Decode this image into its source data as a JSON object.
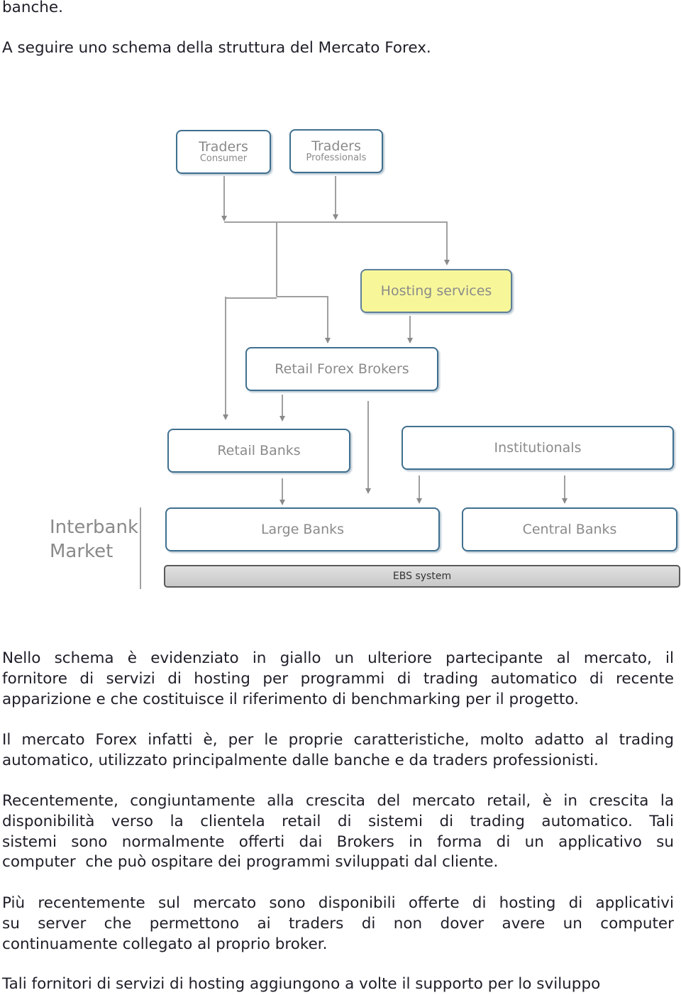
{
  "intro": {
    "line1": "banche.",
    "line2": "A seguire uno schema della struttura del Mercato Forex."
  },
  "diagram": {
    "traders_consumer": {
      "title": "Traders",
      "subtitle": "Consumer"
    },
    "traders_professionals": {
      "title": "Traders",
      "subtitle": "Professionals"
    },
    "hosting_services": "Hosting services",
    "retail_forex_brokers": "Retail Forex Brokers",
    "retail_banks": "Retail Banks",
    "institutionals": "Institutionals",
    "large_banks": "Large Banks",
    "central_banks": "Central Banks",
    "interbank_market": {
      "line1": "Interbank",
      "line2": "Market"
    },
    "ebs_system": "EBS system",
    "highlight_color": "#f7f79a",
    "border_color": "#3f6f8f"
  },
  "paragraphs": [
    {
      "rows": [
        "Nello schema è evidenziato in giallo un ulteriore partecipante al mercato, il",
        "fornitore di servizi di hosting per programmi di trading automatico di recente",
        "apparizione e che costituisce il riferimento di benchmarking per il progetto."
      ]
    },
    {
      "rows": [
        "Il mercato Forex infatti è, per le proprie caratteristiche, molto adatto al trading",
        "automatico, utilizzato principalmente dalle banche e da traders professionisti."
      ]
    },
    {
      "rows": [
        "Recentemente, congiuntamente alla crescita del mercato retail, è in crescita la",
        "disponibilità verso la clientela retail di sistemi di trading automatico. Tali",
        "sistemi sono normalmente offerti dai Brokers in forma di un applicativo su",
        "computer  che può ospitare dei programmi sviluppati dal cliente."
      ]
    },
    {
      "rows": [
        "Più recentemente sul mercato sono disponibili offerte di hosting di applicativi",
        "su server che permettono ai traders di non dover avere un computer",
        "continuamente collegato al proprio broker."
      ]
    },
    {
      "rows": [
        "Tali fornitori di servizi di hosting aggiungono a volte il supporto per lo sviluppo"
      ]
    }
  ]
}
